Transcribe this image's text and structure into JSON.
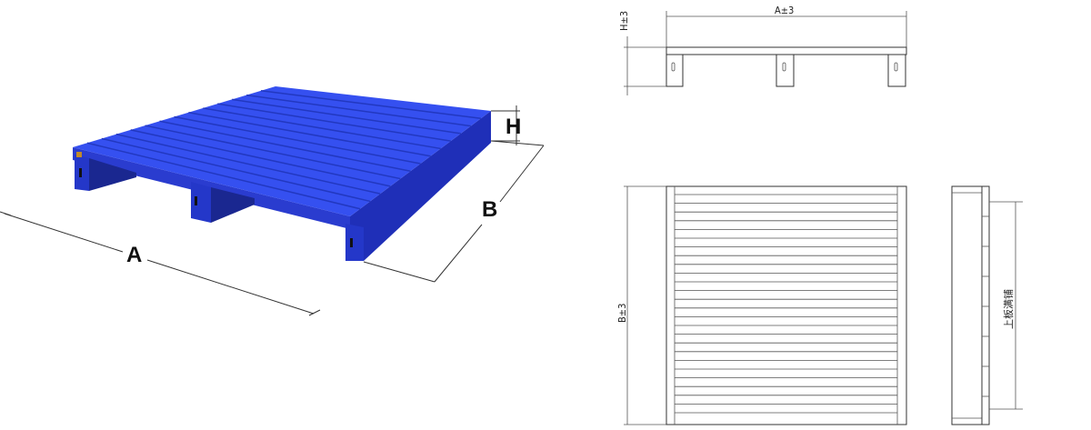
{
  "pallet_3d": {
    "color": "#2f45e6",
    "label_a": "A",
    "label_b": "B",
    "label_h": "H"
  },
  "front_view": {
    "width_dim": "A±3",
    "height_dim": "H±3"
  },
  "plan_view": {
    "depth_dim": "B±3"
  },
  "side_view": {
    "note": "上板满铺"
  }
}
